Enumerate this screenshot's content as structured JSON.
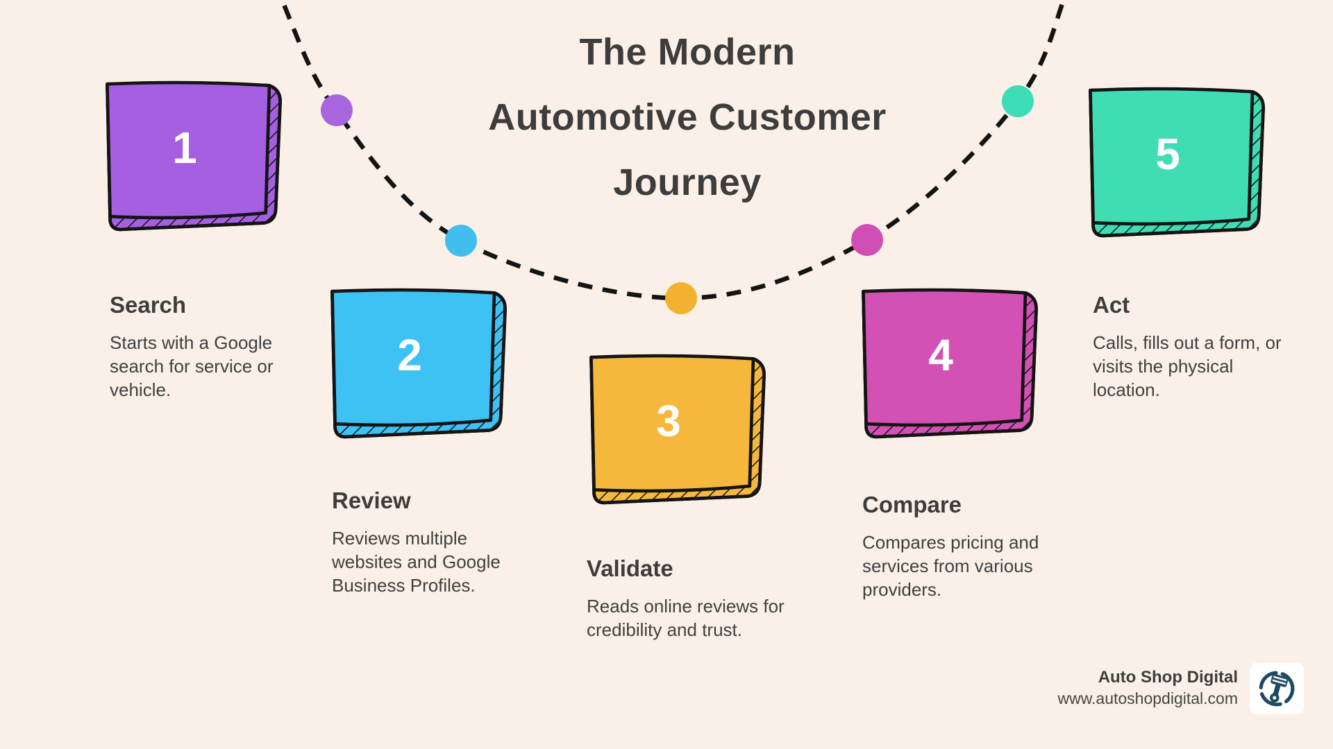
{
  "header": {
    "title_lines": [
      "The Modern",
      "Automotive Customer",
      "Journey"
    ]
  },
  "steps": [
    {
      "number": "1",
      "label": "Search",
      "description": "Starts with a Google search for service or vehicle.",
      "box_color": "#a55fe0",
      "dot_color": "#a965dd"
    },
    {
      "number": "2",
      "label": "Review",
      "description": "Reviews multiple websites and Google Business Profiles.",
      "box_color": "#3ec1f3",
      "dot_color": "#41bdf0"
    },
    {
      "number": "3",
      "label": "Validate",
      "description": "Reads online reviews for credibility and trust.",
      "box_color": "#f5b83d",
      "dot_color": "#f2b12e"
    },
    {
      "number": "4",
      "label": "Compare",
      "description": "Compares pricing and services from various providers.",
      "box_color": "#d351b4",
      "dot_color": "#d14fb4"
    },
    {
      "number": "5",
      "label": "Act",
      "description": "Calls, fills out a form, or visits the physical location.",
      "box_color": "#40dcb4",
      "dot_color": "#3bdcb6"
    }
  ],
  "footer": {
    "brand": "Auto Shop Digital",
    "website": "www.autoshopdigital.com",
    "logo_icon": "piston-icon"
  },
  "colors": {
    "background": "#faf0e7",
    "text": "#3d3d3d",
    "line": "#141414"
  }
}
